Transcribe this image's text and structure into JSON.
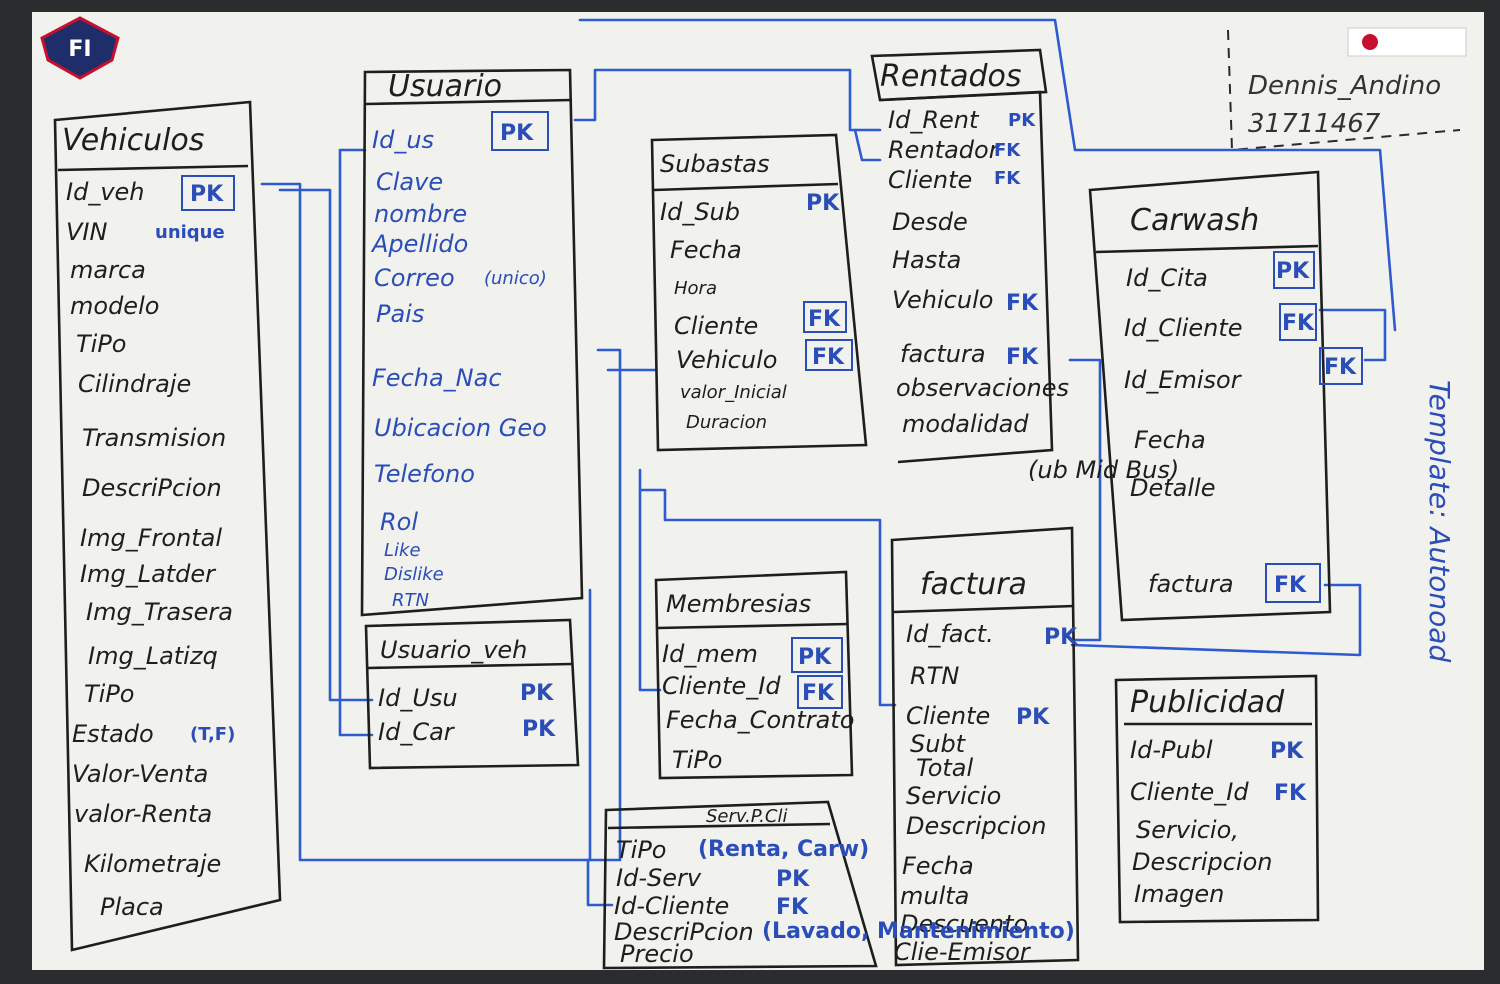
{
  "author": {
    "name": "Dennis_Andino",
    "id": "31711467"
  },
  "side_note": "Template: Autonoad",
  "colors": {
    "ink_black": "#1e1e1e",
    "ink_blue": "#2a4db8",
    "board": "#f1f1ee",
    "frame": "#2b2c2e",
    "logo_red": "#c8102e"
  },
  "logo": {
    "text": "FI",
    "icon": "shield-logo-icon"
  },
  "tables": {
    "vehiculos": {
      "title": "Vehiculos",
      "fields": [
        "Id_veh",
        "VIN",
        "marca",
        "modelo",
        "TiPo",
        "Cilindraje",
        "Transmision",
        "DescriPcion",
        "Img_Frontal",
        "Img_Latder",
        "Img_Trasera",
        "Img_Latizq",
        "TiPo",
        "Estado",
        "Valor-Venta",
        "valor-Renta",
        "Kilometraje",
        "Placa"
      ],
      "key_pk": "PK",
      "unique": "unique",
      "estado_note": "(T,F)"
    },
    "usuario": {
      "title": "Usuario",
      "fields": [
        "Id_us",
        "Clave",
        "nombre",
        "Apellido",
        "Correo",
        "Pais",
        "Fecha_Nac",
        "Ubicacion Geo",
        "Telefono",
        "Rol",
        "Like",
        "Dislike",
        "RTN"
      ],
      "key_pk": "PK",
      "unique": "(unico)"
    },
    "usuario_veh": {
      "title": "Usuario_veh",
      "fields": [
        "Id_Usu",
        "Id_Car"
      ],
      "keys": [
        "PK",
        "PK"
      ]
    },
    "subastas": {
      "title": "Subastas",
      "fields": [
        "Id_Sub",
        "Fecha",
        "Hora",
        "Cliente",
        "Vehiculo",
        "valor_Inicial",
        "Duracion"
      ],
      "keys": [
        "PK",
        "",
        "",
        "FK",
        "FK",
        "",
        ""
      ]
    },
    "rentados": {
      "title": "Rentados",
      "fields": [
        "Id_Rent",
        "Rentador",
        "Cliente",
        "Desde",
        "Hasta",
        "Vehiculo",
        "factura",
        "observaciones",
        "modalidad"
      ],
      "keys": [
        "PK",
        "FK",
        "FK",
        "",
        "",
        "FK",
        "FK",
        "",
        ""
      ],
      "modalidad_note": "(ub Mid Bus)"
    },
    "carwash": {
      "title": "Carwash",
      "fields": [
        "Id_Cita",
        "Id_Cliente",
        "Id_Emisor",
        "Fecha",
        "Detalle",
        "factura"
      ],
      "keys": [
        "PK",
        "FK",
        "FK",
        "",
        "",
        "FK"
      ]
    },
    "membresias": {
      "title": "Membresias",
      "fields": [
        "Id_mem",
        "Cliente_Id",
        "Fecha_Contrato",
        "TiPo"
      ],
      "keys": [
        "PK",
        "FK",
        "",
        ""
      ]
    },
    "factura": {
      "title": "factura",
      "fields": [
        "Id_fact.",
        "RTN",
        "Cliente",
        "Subt",
        "Total",
        "Servicio",
        "Descripcion",
        "Fecha",
        "multa",
        "Descuento",
        "Clie-Emisor"
      ],
      "keys": [
        "PK",
        "",
        "PK",
        "",
        "",
        "",
        "",
        "",
        "",
        "",
        ""
      ]
    },
    "publicidad": {
      "title": "Publicidad",
      "fields": [
        "Id-Publ",
        "Cliente_Id",
        "Servicio,",
        "Descripcion",
        "Imagen"
      ],
      "keys": [
        "PK",
        "FK",
        "",
        "",
        ""
      ]
    },
    "serv_p_cli": {
      "title": "Serv.P.Cli",
      "fields": [
        "TiPo",
        "Id-Serv",
        "Id-Cliente",
        "DescriPcion",
        "Precio"
      ],
      "keys": [
        "",
        "PK",
        "FK",
        "",
        ""
      ],
      "tipo_note": "(Renta, Carw)",
      "desc_note": "(Lavado, Mantenimiento)"
    }
  }
}
